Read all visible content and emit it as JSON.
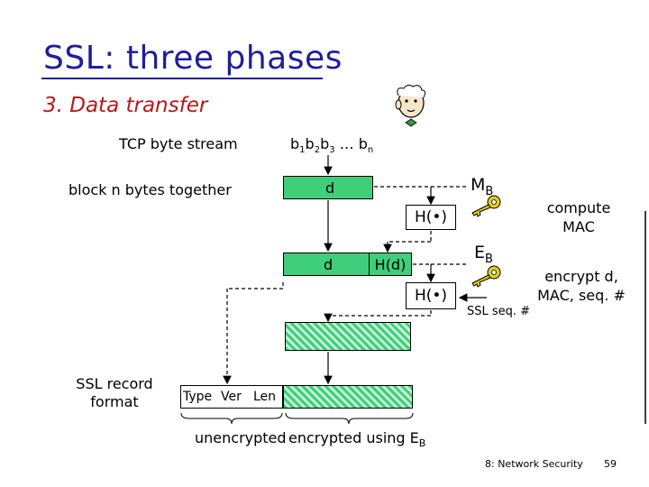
{
  "slide": {
    "title": "SSL: three phases",
    "subtitle": "3. Data transfer",
    "tcp_label": "TCP byte stream",
    "bytes_label": "b1b2b3 … bn",
    "bytes": {
      "b": "b",
      "s1": "1",
      "s2": "2",
      "s3": "3",
      "dots": " … ",
      "sn": "n"
    },
    "block_label": "block n bytes together",
    "d_top": "d",
    "d_bottom": "d",
    "hash_top": "H(•)",
    "hash_bottom": "H(•)",
    "hd": "H(d)",
    "mac_key": {
      "main": "M",
      "sub": "B"
    },
    "enc_key": {
      "main": "E",
      "sub": "B"
    },
    "compute_mac": [
      "compute",
      "MAC"
    ],
    "encrypt_label": [
      "encrypt d,",
      "MAC, seq. #"
    ],
    "seq_label": "SSL seq. #",
    "record_format": [
      "SSL record",
      "format"
    ],
    "header_fields": [
      "Type",
      "Ver",
      "Len"
    ],
    "unencrypted": "unencrypted",
    "encrypted": {
      "text": "encrypted using E",
      "sub": "B"
    },
    "footer": "8: Network Security",
    "page": "59"
  },
  "colors": {
    "title": "#1f1f9a",
    "subtitle": "#b81818",
    "green": "#3fcf7a",
    "key": "#c8b400"
  },
  "icons": [
    "cartoon-person-icon",
    "key-icon"
  ]
}
